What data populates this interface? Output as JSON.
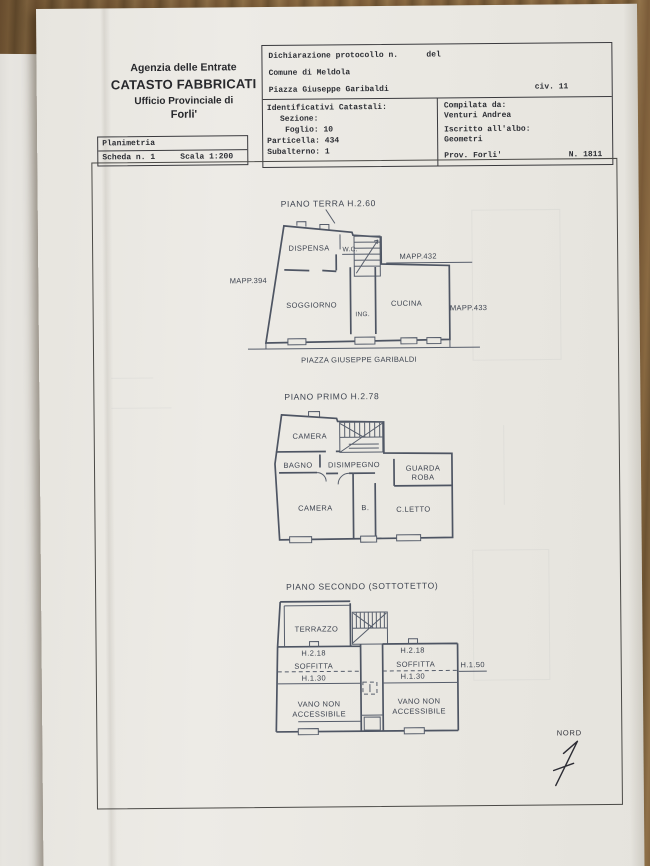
{
  "colors": {
    "wood": "#7d5f3c",
    "paper": "#eae8e2",
    "ink": "#2d2f35",
    "plan_ink": "#4e5563"
  },
  "agency": {
    "line1": "Agenzia delle Entrate",
    "line2": "CATASTO FABBRICATI",
    "line3": "Ufficio Provinciale di",
    "line4": "Forli'"
  },
  "planimetria_box": {
    "title": "Planimetria",
    "scheda": "Scheda n. 1",
    "scala": "Scala 1:200"
  },
  "declaration": {
    "protocol_label": "Dichiarazione protocollo n.",
    "del_label": "del",
    "comune": "Comune di Meldola",
    "address": "Piazza Giuseppe Garibaldi",
    "civico": "civ. 11"
  },
  "identifiers": {
    "title": "Identificativi Catastali:",
    "sezione": "Sezione:",
    "foglio": "Foglio: 10",
    "particella": "Particella: 434",
    "subalterno": "Subalterno: 1"
  },
  "compiler": {
    "label": "Compilata da:",
    "name": "Venturi Andrea",
    "albo_label": "Iscritto all'albo:",
    "albo": "Geometri",
    "prov": "Prov. Forli'",
    "number": "N. 1811"
  },
  "plans": {
    "terra": {
      "title": "PIANO TERRA H.2.60",
      "rooms": {
        "dispensa": "DISPENSA",
        "wc": "W.C.",
        "soggiorno": "SOGGIORNO",
        "ing": "ING.",
        "cucina": "CUCINA"
      },
      "mapp394": "MAPP.394",
      "mapp432": "MAPP.432",
      "mapp433": "MAPP.433",
      "street": "PIAZZA GIUSEPPE GARIBALDI"
    },
    "primo": {
      "title": "PIANO PRIMO H.2.78",
      "rooms": {
        "camera_top": "CAMERA",
        "bagno": "BAGNO",
        "disimpegno": "DISIMPEGNO",
        "guarda": "GUARDA",
        "roba": "ROBA",
        "camera_bottom": "CAMERA",
        "b": "B.",
        "cletto": "C.LETTO"
      }
    },
    "secondo": {
      "title": "PIANO SECONDO (SOTTOTETTO)",
      "rooms": {
        "terrazzo": "TERRAZZO",
        "soffitta": "SOFFITTA",
        "vano_line1": "VANO NON",
        "vano_line2": "ACCESSIBILE"
      },
      "heights": {
        "h218": "H.2.18",
        "h130": "H.1.30",
        "h150": "H.1.50"
      }
    },
    "compass": "NORD"
  }
}
